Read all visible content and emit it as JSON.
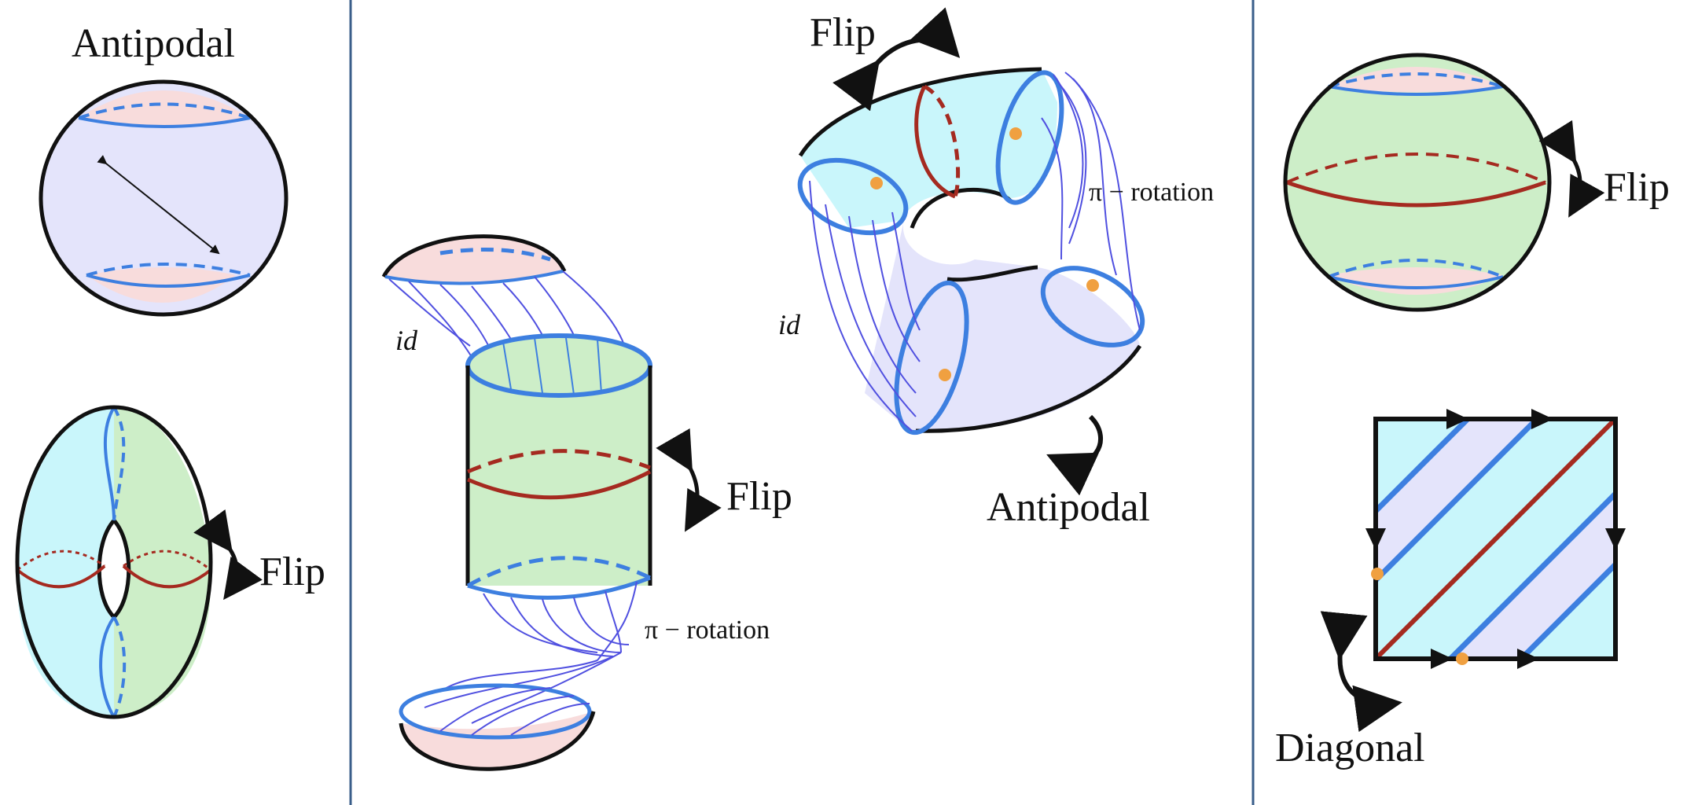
{
  "labels": {
    "antipodal_top": "Antipodal",
    "flip_torus": "Flip",
    "id_top": "id",
    "flip_cylinder": "Flip",
    "pi_rotation_bottom": "π − rotation",
    "flip_ring_top": "Flip",
    "pi_rotation_ring": "π − rotation",
    "id_ring": "id",
    "antipodal_ring": "Antipodal",
    "flip_sphere": "Flip",
    "diagonal": "Diagonal"
  },
  "colors": {
    "blue": "#3d7fe0",
    "dark_red": "#a52a20",
    "black": "#111111",
    "orange": "#f0a040",
    "cyan_fill": "#c9f6fb",
    "green_fill": "#cdeec8",
    "lavender_fill": "#e4e4fb",
    "pink_fill": "#f8dcdc",
    "divider": "#3a5e8a"
  }
}
